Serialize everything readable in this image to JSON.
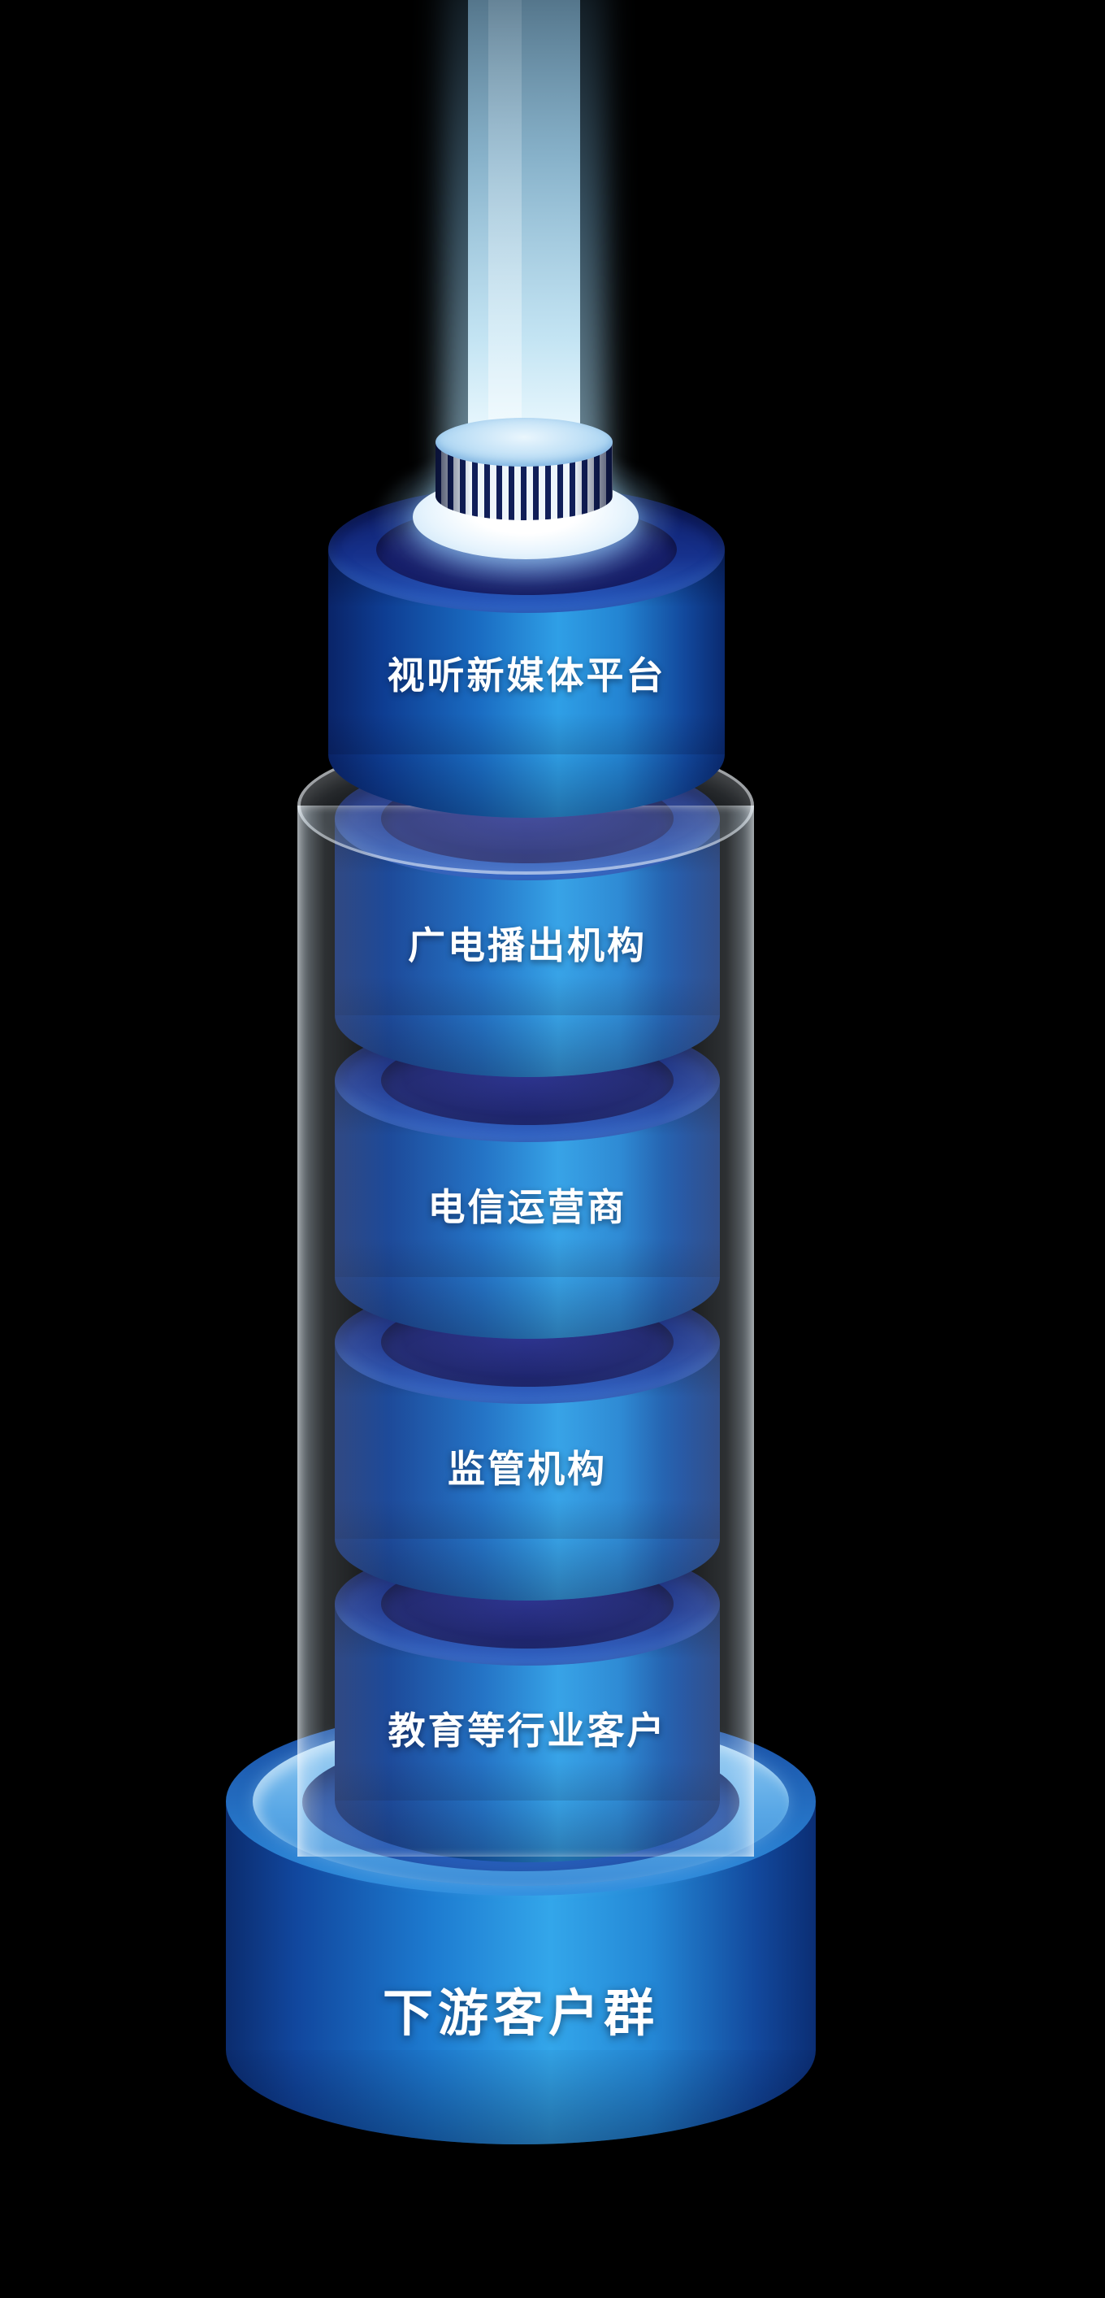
{
  "diagram": {
    "type": "stacked-cylinder-tower",
    "layers": [
      {
        "label": "视听新媒体平台"
      },
      {
        "label": "广电播出机构"
      },
      {
        "label": "电信运营商"
      },
      {
        "label": "监管机构"
      },
      {
        "label": "教育等行业客户"
      }
    ],
    "base": {
      "label": "下游客户群"
    },
    "colors": {
      "background": "#000000",
      "cylinder_bright": "#2f9fe6",
      "cylinder_mid": "#1a6cc2",
      "cylinder_dark": "#0a2468",
      "top_surface": "#16318c",
      "beam": "#cfe9fa",
      "glass_tube": "#d7eeff",
      "base_ring": "#9ed2f5",
      "text": "#ffffff"
    }
  }
}
